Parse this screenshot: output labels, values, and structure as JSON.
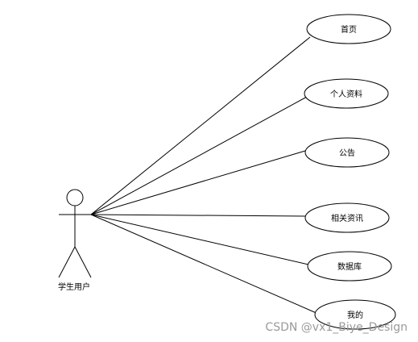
{
  "actor": {
    "label": "学生用户",
    "icon": "stick-figure-actor-icon"
  },
  "use_cases": [
    {
      "id": "home",
      "label": "首页"
    },
    {
      "id": "profile",
      "label": "个人资料"
    },
    {
      "id": "notice",
      "label": "公告"
    },
    {
      "id": "news",
      "label": "相关资讯"
    },
    {
      "id": "database",
      "label": "数据库"
    },
    {
      "id": "mine",
      "label": "我的"
    }
  ],
  "watermark": "CSDN @vx1_Biye_Design"
}
